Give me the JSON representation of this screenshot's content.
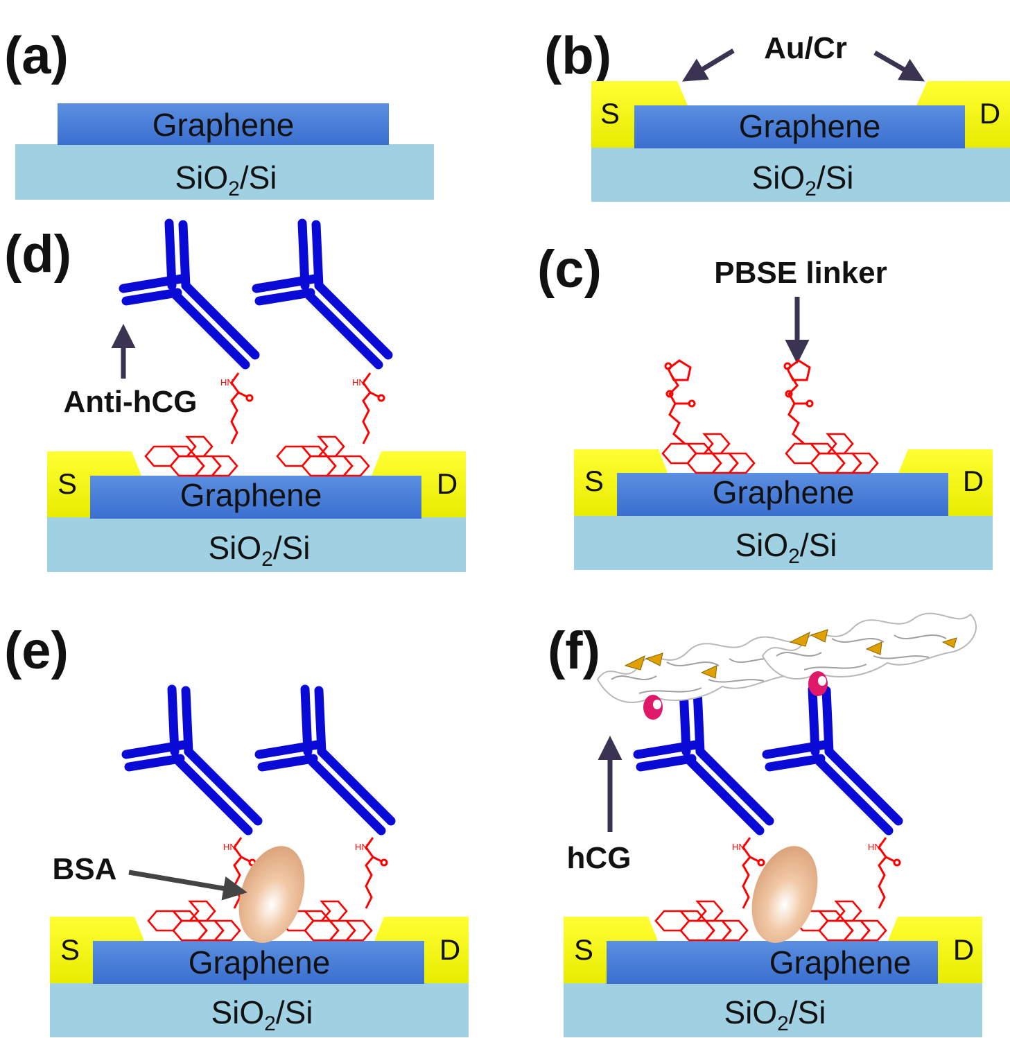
{
  "panels": [
    {
      "id": "a",
      "label": "(a)",
      "graphene": "Graphene",
      "substrate": "SiO",
      "substrate_sub": "2",
      "substrate_rest": "/Si"
    },
    {
      "id": "b",
      "label": "(b)",
      "graphene": "Graphene",
      "source": "S",
      "drain": "D",
      "callout": "Au/Cr",
      "substrate": "SiO",
      "substrate_sub": "2",
      "substrate_rest": "/Si"
    },
    {
      "id": "c",
      "label": "(c)",
      "graphene": "Graphene",
      "source": "S",
      "drain": "D",
      "callout": "PBSE linker",
      "substrate": "SiO",
      "substrate_sub": "2",
      "substrate_rest": "/Si"
    },
    {
      "id": "d",
      "label": "(d)",
      "graphene": "Graphene",
      "source": "S",
      "drain": "D",
      "callout": "Anti-hCG",
      "substrate": "SiO",
      "substrate_sub": "2",
      "substrate_rest": "/Si"
    },
    {
      "id": "e",
      "label": "(e)",
      "graphene": "Graphene",
      "source": "S",
      "drain": "D",
      "callout": "BSA",
      "substrate": "SiO",
      "substrate_sub": "2",
      "substrate_rest": "/Si"
    },
    {
      "id": "f",
      "label": "(f)",
      "graphene": "Graphene",
      "source": "S",
      "drain": "D",
      "callout": "hCG",
      "substrate": "SiO",
      "substrate_sub": "2",
      "substrate_rest": "/Si"
    }
  ],
  "linker_atoms": {
    "hn": "HN",
    "o": "O"
  },
  "colors": {
    "substrate": "#9fd1e2",
    "graphene_top": "#5b8fe0",
    "graphene_bottom": "#3a6fd0",
    "electrode": "#ffff00",
    "electrode_edge": "#f1f300",
    "linker": "#ff0000",
    "antibody": "#0a0ad6",
    "bsa": "#e9b48e",
    "arrow": "#3b3352",
    "hcg_sheet": "#e0a100",
    "hcg_helix": "#e0186a"
  }
}
